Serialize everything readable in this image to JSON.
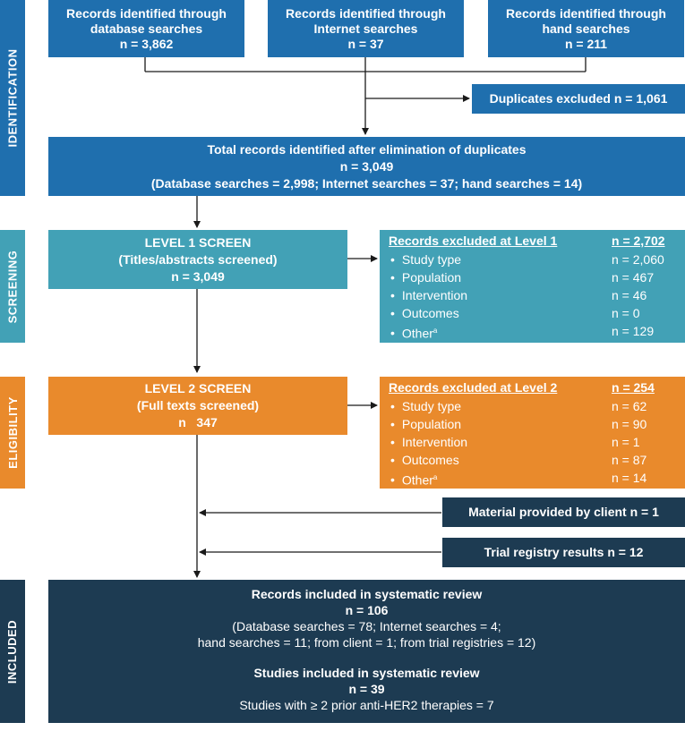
{
  "stages": {
    "identification": "IDENTIFICATION",
    "screening": "SCREENING",
    "eligibility": "ELIGIBILITY",
    "included": "INCLUDED"
  },
  "sources": [
    {
      "line1": "Records identified through",
      "line2": "database searches",
      "count": "n = 3,862"
    },
    {
      "line1": "Records identified through",
      "line2": "Internet searches",
      "count": "n = 37"
    },
    {
      "line1": "Records identified through",
      "line2": "hand searches",
      "count": "n = 211"
    }
  ],
  "duplicates": "Duplicates excluded  n = 1,061",
  "total": {
    "line1": "Total records identified after elimination of duplicates",
    "count": "n = 3,049",
    "detail": "(Database searches = 2,998; Internet searches = 37; hand searches = 14)"
  },
  "level1": {
    "title": "LEVEL 1 SCREEN",
    "subtitle": "(Titles/abstracts screened)",
    "count": "n = 3,049"
  },
  "level1_excluded": {
    "header": "Records excluded at Level 1",
    "header_count": "n = 2,702",
    "rows": [
      {
        "label": "Study type",
        "value": "n = 2,060"
      },
      {
        "label": "Population",
        "value": "n = 467"
      },
      {
        "label": "Intervention",
        "value": "n = 46"
      },
      {
        "label": "Outcomes",
        "value": "n = 0"
      },
      {
        "label": "Other",
        "value": "n = 129"
      }
    ]
  },
  "level2": {
    "title": "LEVEL 2 SCREEN",
    "subtitle": "(Full texts screened)",
    "count": "n   347"
  },
  "level2_excluded": {
    "header": "Records excluded at Level 2",
    "header_count": "n = 254",
    "rows": [
      {
        "label": "Study type",
        "value": "n = 62"
      },
      {
        "label": "Population",
        "value": "n = 90"
      },
      {
        "label": "Intervention",
        "value": "n = 1"
      },
      {
        "label": "Outcomes",
        "value": "n = 87"
      },
      {
        "label": "Other",
        "value": "n = 14"
      }
    ]
  },
  "footnote_mark": "a",
  "client": "Material provided by client n = 1",
  "registry": "Trial registry results n = 12",
  "included": {
    "title1": "Records included in systematic review",
    "count1": "n = 106",
    "detail1": "(Database searches = 78; Internet searches = 4;",
    "detail2": "hand searches = 11; from client = 1; from trial registries = 12)",
    "title2": "Studies included in systematic review",
    "count2": "n = 39",
    "detail3": "Studies with ≥ 2 prior anti-HER2 therapies = 7"
  },
  "colors": {
    "blue": "#1f6fae",
    "teal": "#42a1b6",
    "orange": "#e98a2c",
    "navy": "#1d3b52"
  }
}
